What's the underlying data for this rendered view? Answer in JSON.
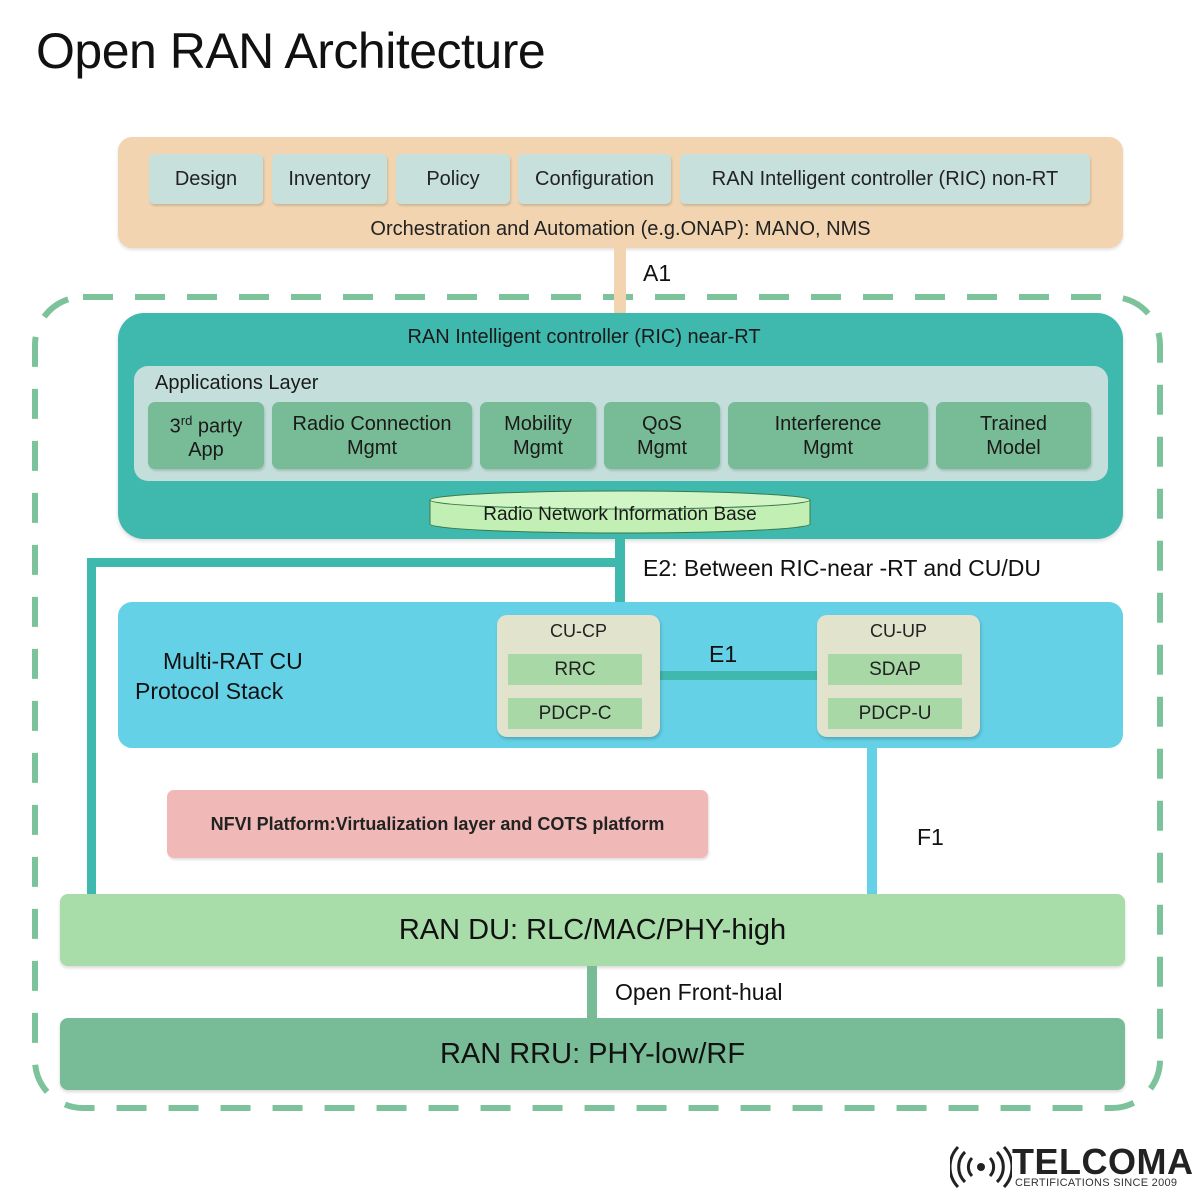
{
  "title": "Open RAN Architecture",
  "orchestration": {
    "boxes": [
      "Design",
      "Inventory",
      "Policy",
      "Configuration",
      "RAN Intelligent controller (RIC) non-RT"
    ],
    "caption": "Orchestration and Automation (e.g.ONAP): MANO, NMS"
  },
  "interfaces": {
    "a1": "A1",
    "e2": "E2: Between RIC-near -RT and CU/DU",
    "e1": "E1",
    "f1": "F1",
    "fronthaul": "Open Front-hual"
  },
  "ric_near_rt": {
    "label": "RAN Intelligent controller (RIC) near-RT",
    "apps_layer_label": "Applications Layer",
    "apps": [
      {
        "line1": "3",
        "sup": "rd",
        "line1_rest": " party",
        "line2": "App"
      },
      {
        "line1": "Radio Connection",
        "line2": "Mgmt"
      },
      {
        "line1": "Mobility",
        "line2": "Mgmt"
      },
      {
        "line1": "QoS",
        "line2": "Mgmt"
      },
      {
        "line1": "Interference",
        "line2": "Mgmt"
      },
      {
        "line1": "Trained",
        "line2": "Model"
      }
    ],
    "rnib": "Radio Network Information Base"
  },
  "cu": {
    "label_line1": "Multi-RAT CU",
    "label_line2": "Protocol Stack",
    "cp": {
      "title": "CU-CP",
      "items": [
        "RRC",
        "PDCP-C"
      ]
    },
    "up": {
      "title": "CU-UP",
      "items": [
        "SDAP",
        "PDCP-U"
      ]
    }
  },
  "nfvi": "NFVI Platform:Virtualization layer and COTS platform",
  "du": "RAN DU: RLC/MAC/PHY-high",
  "rru": "RAN RRU: PHY-low/RF",
  "logo": {
    "name": "TELCOMA",
    "tagline": "CERTIFICATIONS SINCE 2009"
  },
  "colors": {
    "orchestration": "#f2d5b0",
    "ric_near_rt": "#3fb8ad",
    "apps_layer": "#c4dfdb",
    "app_box": "#78bb97",
    "cu_stack": "#64d1e6",
    "cu_box": "#e2e3cc",
    "cu_inner": "#a9d8a7",
    "nfvi": "#f0b9b7",
    "du": "#a8dca9",
    "rru": "#78bb97",
    "dashed_frame": "#7cc29b"
  }
}
